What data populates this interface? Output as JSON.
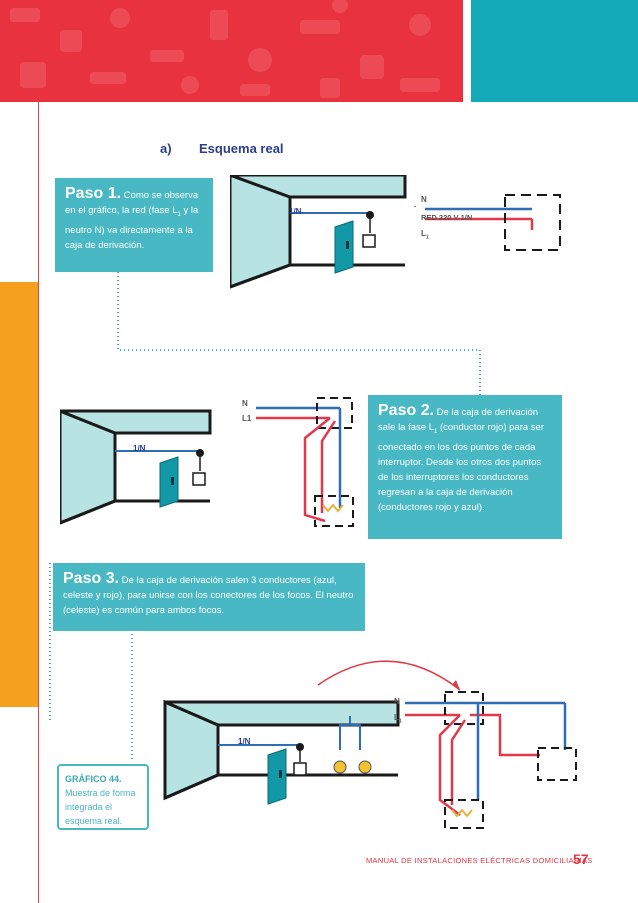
{
  "header": {
    "pattern_color": "#e8323f",
    "accent_color": "#14a9b9"
  },
  "section": {
    "label": "a)",
    "title": "Esquema real"
  },
  "step1": {
    "title": "Paso 1.",
    "text_a": "Como se observa en el gráfico, la red (fase L",
    "sub": "1",
    "text_b": " y la neutro N) va directamente a la caja de derivación."
  },
  "step2": {
    "title": "Paso 2.",
    "text_a": "De la caja de derivación sale la fase L",
    "sub": "1",
    "text_b": " (conductor rojo) para ser conectado en los dos puntos de cada interruptor. Desde los otros dos puntos de los interruptores los conductores regresan a la caja de derivación (conductores rojo y azul)."
  },
  "step3": {
    "title": "Paso 3.",
    "text": "De la caja de derivación salen 3 conductores (azul, celeste y rojo), para unirse con los conectores de los focos. El neutro (celeste) es común para ambos focos."
  },
  "diagram1": {
    "room_label": "1/N",
    "label_n": "N",
    "label_red": "RED 220 V 1/N",
    "label_l": "L",
    "label_l_sub": "1"
  },
  "diagram2": {
    "room_label": "1/N",
    "label_n": "N",
    "label_l": "L1"
  },
  "diagram3": {
    "room_label": "1/N",
    "label_n": "N",
    "label_l": "L",
    "label_l_sub": "1"
  },
  "caption": {
    "head": "GRÁFICO 44.",
    "text": "Muestra de forma integrada el esquema real."
  },
  "footer": {
    "text": "MANUAL DE INSTALACIONES ELÉCTRICAS DOMICILIARIAS",
    "page": "57"
  },
  "colors": {
    "wire_blue": "#2f6db5",
    "wire_red": "#e03a4a",
    "room_fill": "#b8e3e3",
    "door": "#1398a8",
    "dotted": "#4aa3d8"
  }
}
